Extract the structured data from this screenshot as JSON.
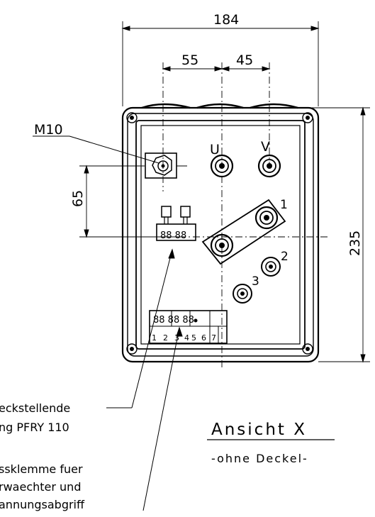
{
  "dimensions": {
    "overall_width": "184",
    "offset_left": "55",
    "offset_right": "45",
    "offset_vertical": "65",
    "overall_height": "235"
  },
  "labels": {
    "bolt": "M10",
    "terminal_u": "U",
    "terminal_v": "V",
    "terminal_1": "1",
    "terminal_2": "2",
    "terminal_3": "3",
    "strip_numbers": [
      "1",
      "2",
      "3",
      "4",
      "5",
      "6",
      "7"
    ]
  },
  "callouts": {
    "plug_line1": "eckstellende",
    "plug_line2": "ng PFRY 110",
    "terminal_line1": "ssklemme fuer",
    "terminal_line2": "rwaechter und",
    "terminal_line3": "annungsabgriff"
  },
  "view": {
    "title": "Ansicht X",
    "subtitle": "-ohne Deckel-"
  }
}
